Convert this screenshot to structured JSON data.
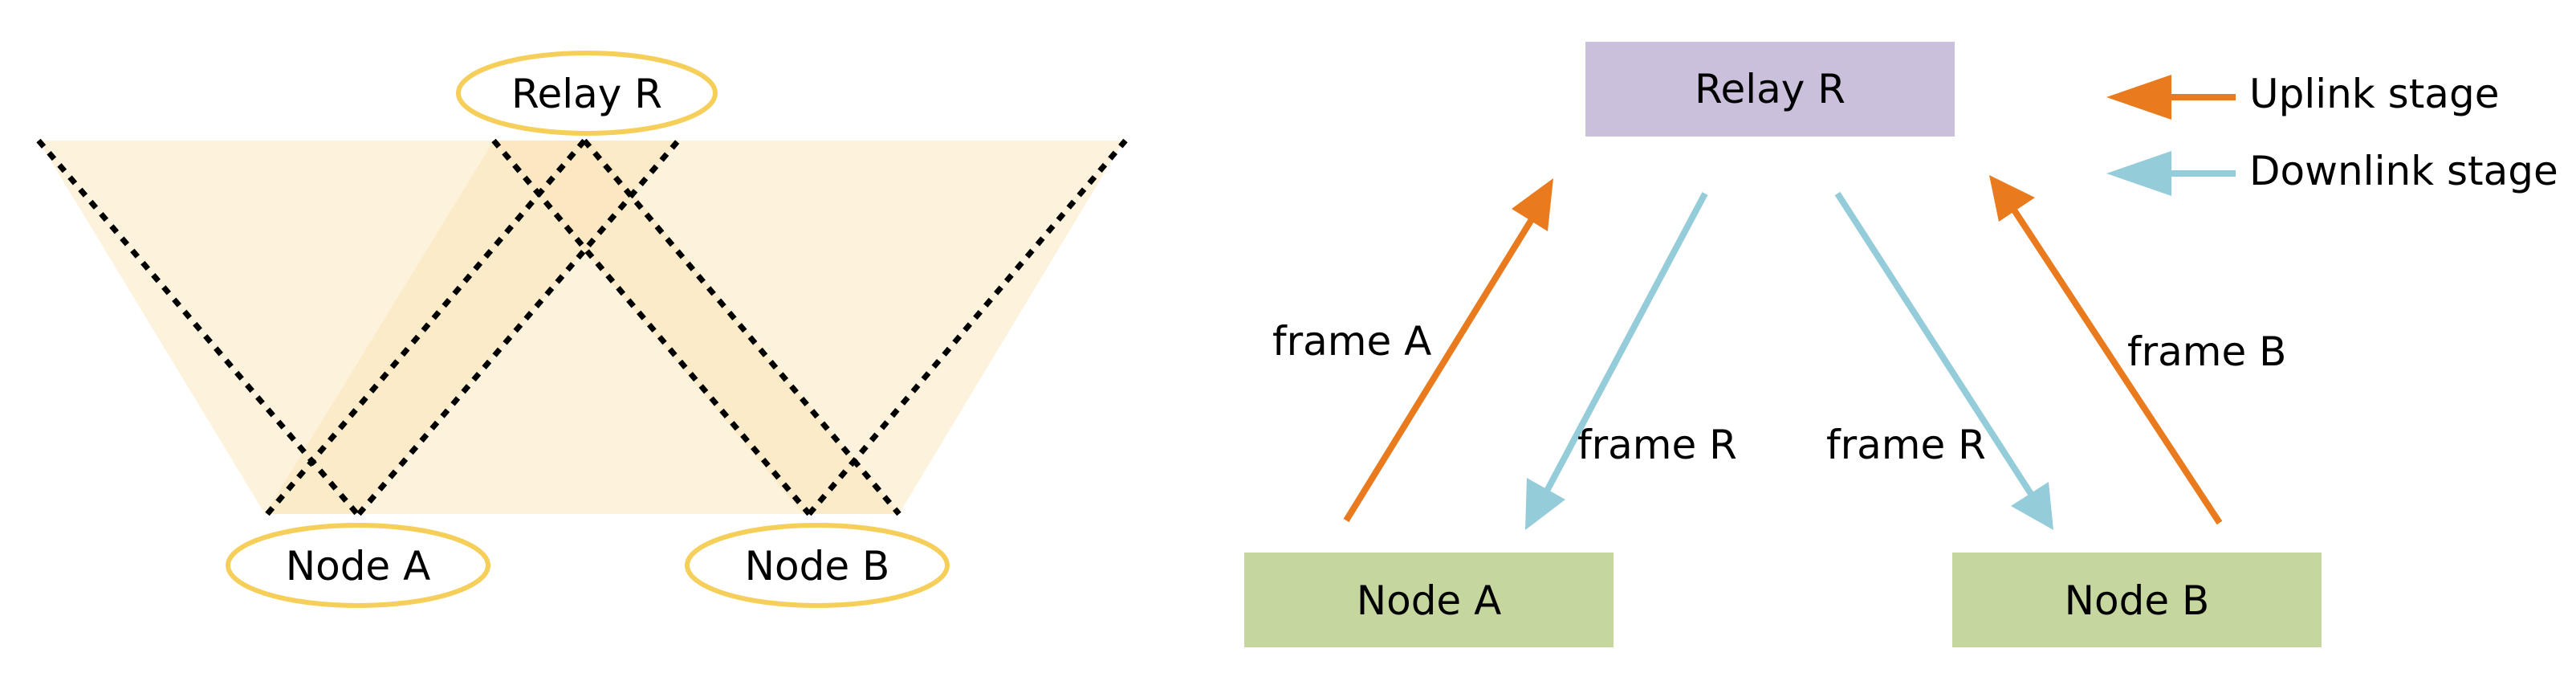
{
  "left_diagram": {
    "relay_label": "Relay R",
    "node_a_label": "Node A",
    "node_b_label": "Node B"
  },
  "right_diagram": {
    "relay_label": "Relay R",
    "node_a_label": "Node A",
    "node_b_label": "Node B",
    "frame_a_label": "frame A",
    "frame_b_label": "frame B",
    "frame_r_left_label": "frame R",
    "frame_r_right_label": "frame R"
  },
  "legend": {
    "uplink_label": "Uplink stage",
    "downlink_label": "Downlink stage"
  },
  "colors": {
    "ellipse_stroke": "#f5cf5a",
    "beam_fill": "#fdf3dd",
    "beam_overlap": "#fbe7bf",
    "relay_box": "#cbc0dc",
    "node_box": "#c5d79f",
    "uplink": "#e97a1d",
    "downlink": "#94ccd9",
    "text": "#000000"
  }
}
